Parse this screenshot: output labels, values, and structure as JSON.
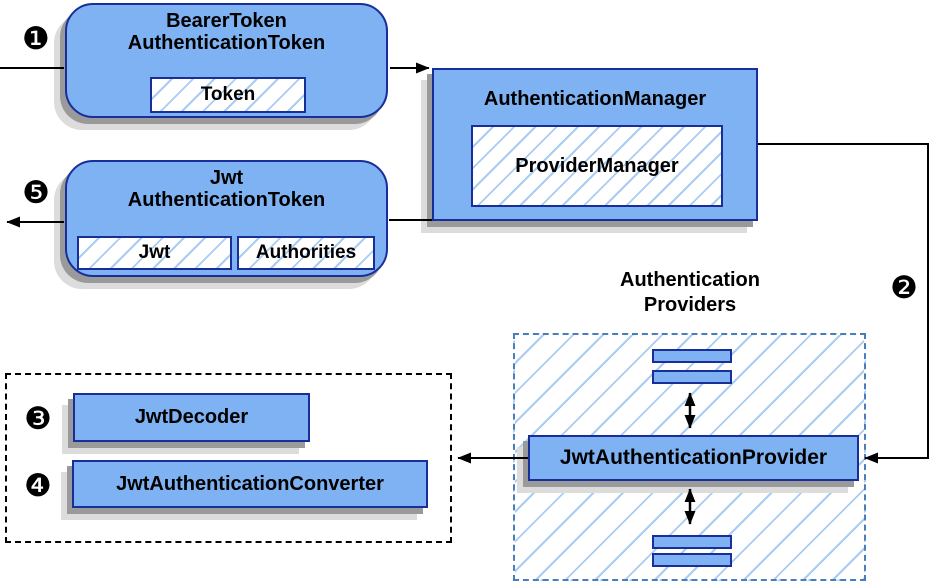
{
  "colors": {
    "box_fill": "#7eb2f2",
    "box_border": "#1a2e99",
    "hatch_line": "#a9ccf3",
    "dashed_blue": "#4a7ebb",
    "shadow_dark": "#9a9a9a",
    "shadow_light": "#dcdcdc",
    "arrow": "#000000"
  },
  "badges": {
    "step1": "❶",
    "step2": "❷",
    "step3": "❸",
    "step4": "❹",
    "step5": "❺"
  },
  "nodes": {
    "bearer_token": {
      "title": "BearerToken\nAuthenticationToken",
      "field_token": "Token"
    },
    "authentication_manager": {
      "title": "AuthenticationManager",
      "implementation": "ProviderManager"
    },
    "jwt_token": {
      "title": "Jwt\nAuthenticationToken",
      "field_jwt": "Jwt",
      "field_authorities": "Authorities"
    },
    "providers_group": {
      "label": "Authentication\nProviders"
    },
    "jwt_authentication_provider": {
      "label": "JwtAuthenticationProvider"
    },
    "jwt_decoder": {
      "label": "JwtDecoder"
    },
    "jwt_authentication_converter": {
      "label": "JwtAuthenticationConverter"
    }
  }
}
